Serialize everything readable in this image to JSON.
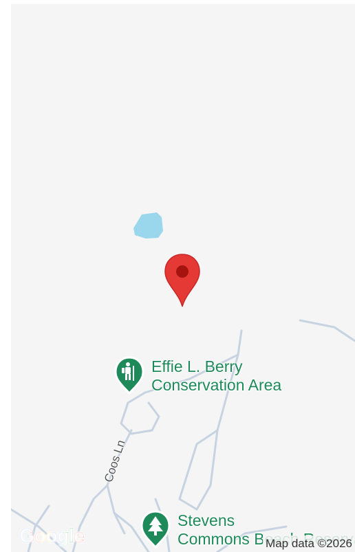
{
  "map": {
    "colors": {
      "background": "#f5f5f5",
      "road": "#c7d3e0",
      "water": "#9ad7ec",
      "marker": "#e53935",
      "marker_dot": "#a5140f",
      "park_pin": "#1e8a5a"
    },
    "pois": [
      {
        "name_line1": "Effie L. Berry",
        "name_line2": "Conservation Area",
        "icon": "hiker-icon"
      },
      {
        "name_line1": "Stevens",
        "name_line2": "Commons Beach Reservation",
        "icon": "tree-icon"
      }
    ],
    "road_labels": [
      "Coos Ln"
    ],
    "marker_icon": "location-pin-icon",
    "logo": "Google",
    "attribution": "Map data ©2026"
  }
}
